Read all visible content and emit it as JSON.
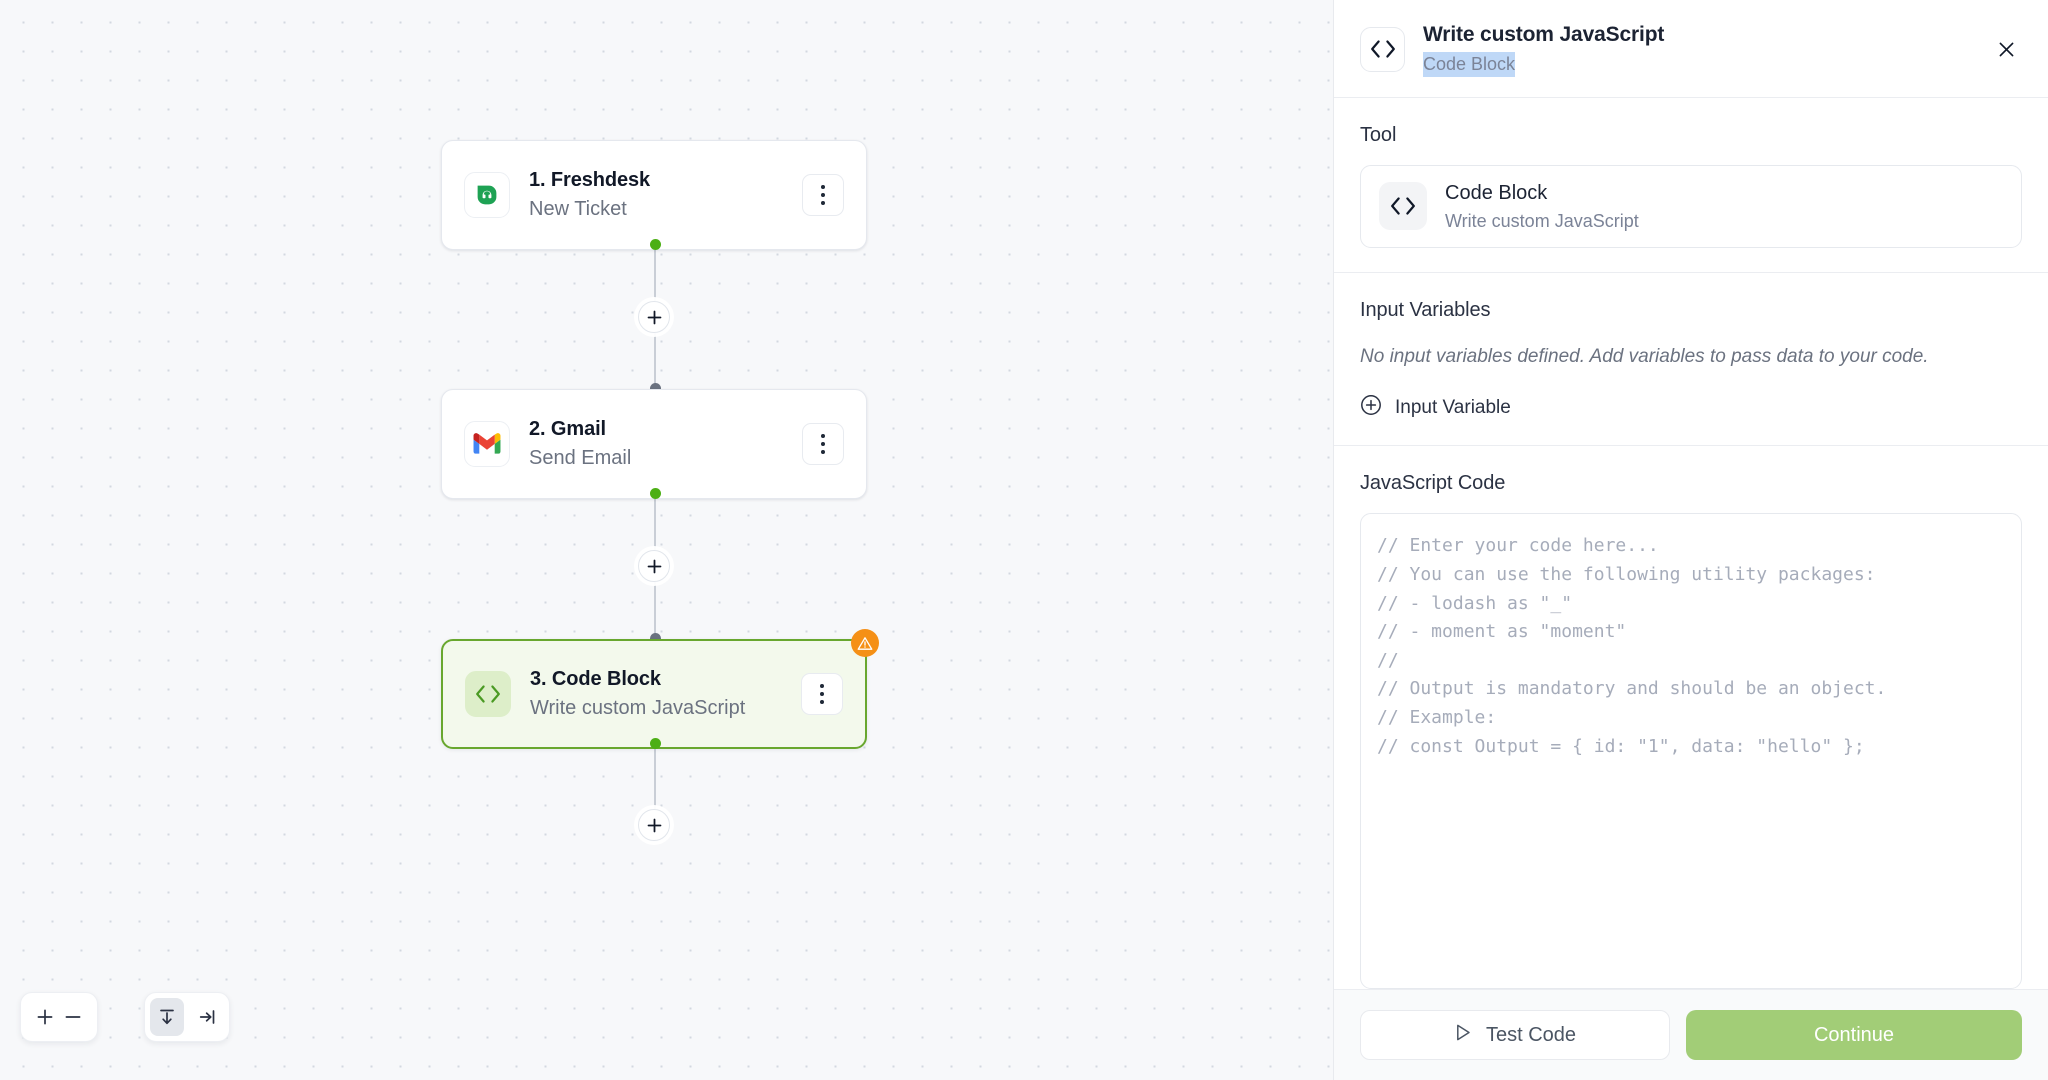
{
  "panel": {
    "header": {
      "icon": "code-brackets-icon",
      "title": "Write custom JavaScript",
      "subtitle": "Code Block",
      "subtitle_selected": true,
      "close_icon": "close-icon"
    },
    "tool_section": {
      "label": "Tool",
      "card": {
        "icon": "code-brackets-icon",
        "title": "Code Block",
        "subtitle": "Write custom JavaScript"
      }
    },
    "input_variables_section": {
      "label": "Input Variables",
      "empty_note": "No input variables defined. Add variables to pass data to your code.",
      "add_button": {
        "icon": "plus-circle-icon",
        "label": "Input Variable"
      }
    },
    "code_section": {
      "label": "JavaScript Code",
      "placeholder": "// Enter your code here...\n// You can use the following utility packages:\n// - lodash as \"_\"\n// - moment as \"moment\"\n//\n// Output is mandatory and should be an object.\n// Example:\n// const Output = { id: \"1\", data: \"hello\" };",
      "value": ""
    },
    "footer": {
      "test_button": {
        "icon": "play-icon",
        "label": "Test Code"
      },
      "continue_button": {
        "label": "Continue",
        "color": "#a2cd77"
      }
    }
  },
  "canvas": {
    "nodes": [
      {
        "icon": "freshdesk-icon",
        "title": "1. Freshdesk",
        "subtitle": "New Ticket",
        "menu_icon": "kebab-menu-icon",
        "selected": false,
        "warning": false
      },
      {
        "icon": "gmail-icon",
        "title": "2. Gmail",
        "subtitle": "Send Email",
        "menu_icon": "kebab-menu-icon",
        "selected": false,
        "warning": false
      },
      {
        "icon": "code-brackets-icon",
        "title": "3. Code Block",
        "subtitle": "Write custom JavaScript",
        "menu_icon": "kebab-menu-icon",
        "selected": true,
        "warning": true,
        "warning_icon": "warning-triangle-icon"
      }
    ],
    "add_step_buttons": [
      {
        "icon": "plus-icon"
      },
      {
        "icon": "plus-icon"
      },
      {
        "icon": "plus-icon"
      }
    ],
    "toolbar": {
      "zoom_in": {
        "icon": "plus-icon"
      },
      "zoom_out": {
        "icon": "minus-icon"
      },
      "layout_vertical": {
        "icon": "arrow-down-to-line-icon",
        "active": true
      },
      "layout_horizontal": {
        "icon": "arrow-right-to-line-icon",
        "active": false
      }
    },
    "colors": {
      "accent_green": "#4caf15",
      "selected_border": "#68a72e",
      "selected_fill": "#f3f9ec",
      "warning_orange": "#f59016",
      "background": "#f7f8fa"
    }
  }
}
